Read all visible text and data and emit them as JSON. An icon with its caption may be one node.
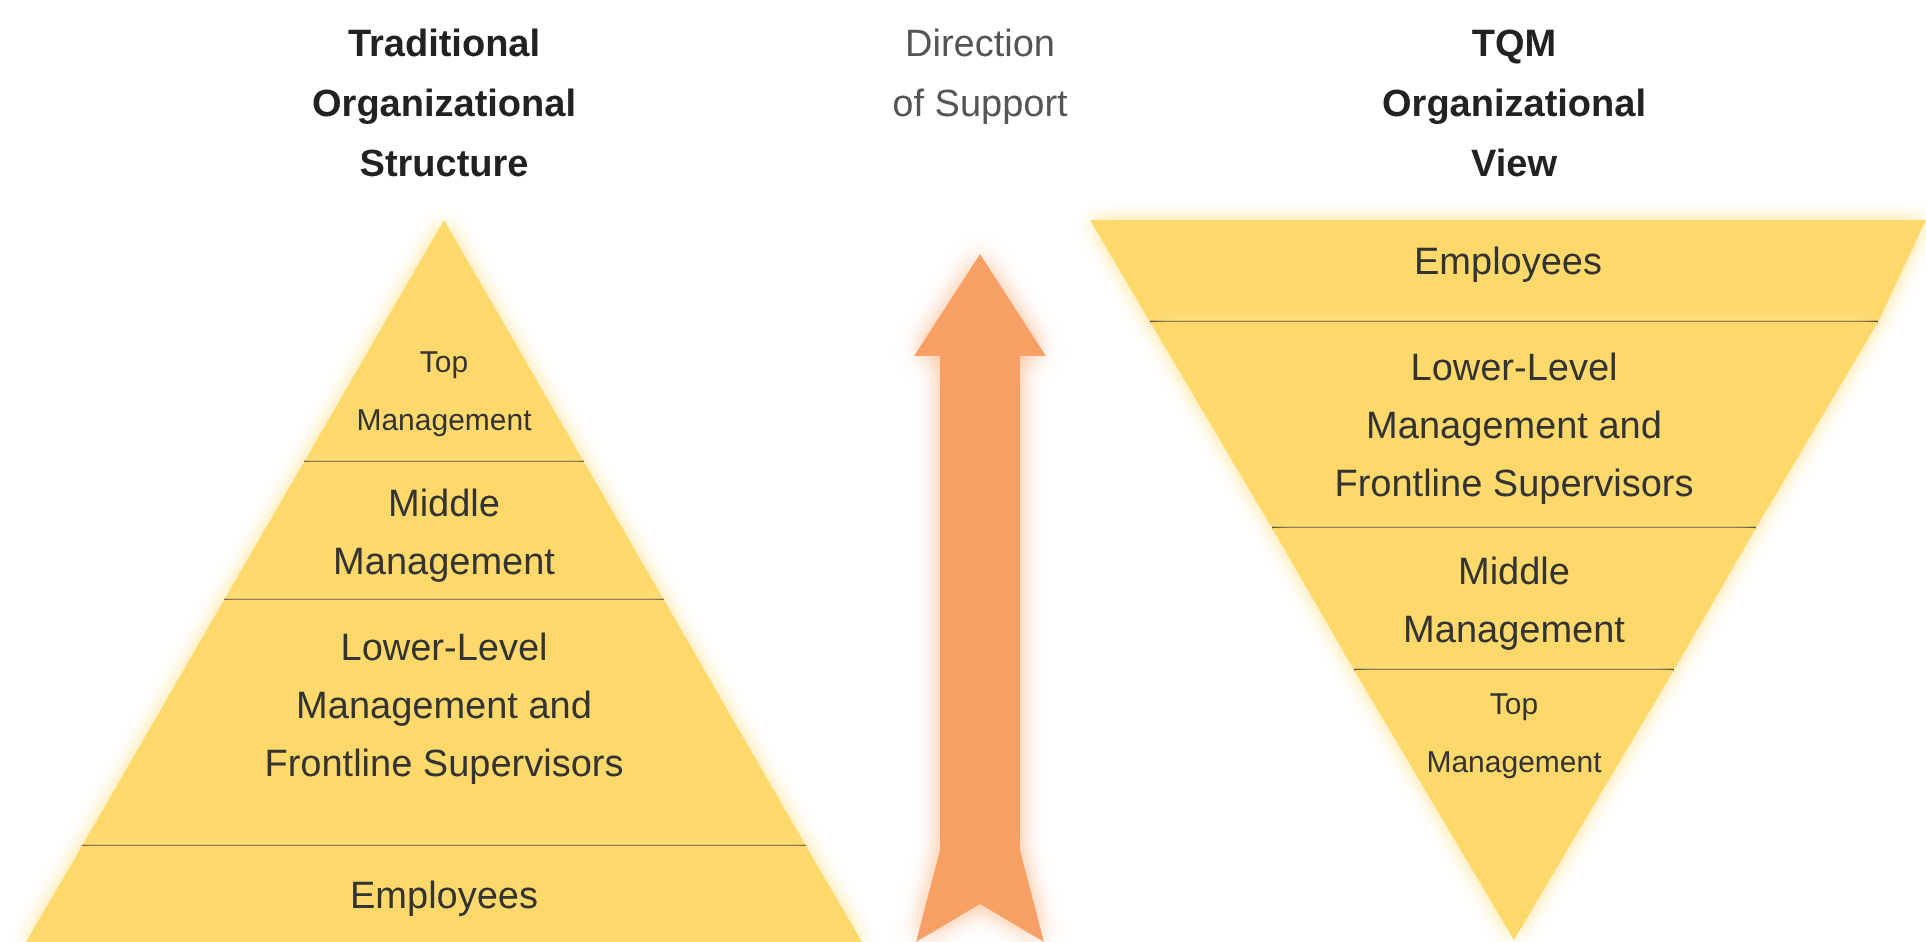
{
  "diagram": {
    "nodes": [
      {
        "text": [
          "Traditional Organizational Structure"
        ]
      },
      {
        "text": [
          "Top Management"
        ],
        "in": 0
      },
      {
        "text": [
          "Middle Management"
        ],
        "in": 0
      },
      {
        "text": [
          "Lower-Level Management and Frontline Supervisors"
        ],
        "in": 0
      },
      {
        "text": [
          "Employees"
        ],
        "in": 0
      },
      {
        "text": [
          "TQM Organizational View"
        ]
      },
      {
        "text": [
          "Employees"
        ],
        "in": 5
      },
      {
        "text": [
          "Lower-Level Management and Frontline Supervisors"
        ],
        "in": 5
      },
      {
        "text": [
          "Middle Management"
        ],
        "in": 5
      },
      {
        "text": [
          "Top Management"
        ],
        "in": 5
      }
    ],
    "edges": [],
    "labels": [
      "Direction of Support"
    ]
  }
}
